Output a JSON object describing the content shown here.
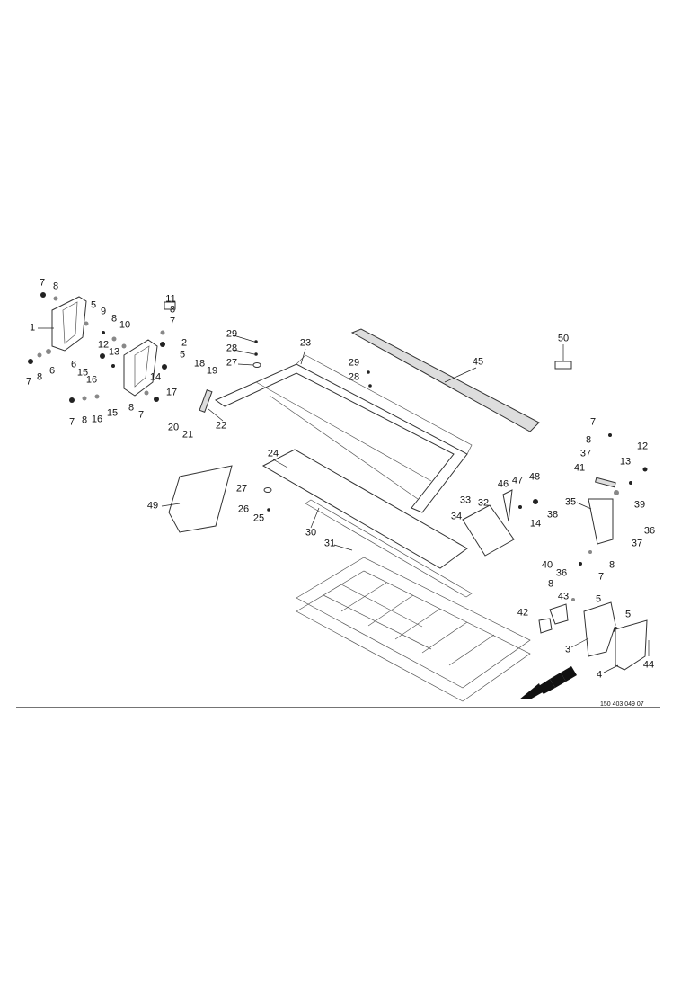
{
  "drawing_number": "150 403 049 07",
  "callouts": [
    "1",
    "5",
    "7",
    "8",
    "9",
    "8",
    "10",
    "11",
    "8",
    "7",
    "12",
    "13",
    "6",
    "15",
    "16",
    "2",
    "5",
    "14",
    "18",
    "19",
    "17",
    "7",
    "8",
    "6",
    "7",
    "8",
    "16",
    "15",
    "8",
    "7",
    "20",
    "21",
    "22",
    "29",
    "28",
    "27",
    "23",
    "29",
    "28",
    "45",
    "50",
    "7",
    "8",
    "12",
    "37",
    "13",
    "41",
    "39",
    "35",
    "36",
    "37",
    "46",
    "47",
    "48",
    "33",
    "32",
    "34",
    "38",
    "14",
    "40",
    "8",
    "7",
    "36",
    "8",
    "43",
    "42",
    "5",
    "5",
    "3",
    "4",
    "44",
    "24",
    "27",
    "26",
    "25",
    "49",
    "30",
    "31"
  ],
  "colors": {
    "line": "#333333",
    "arrow": "#111111"
  }
}
